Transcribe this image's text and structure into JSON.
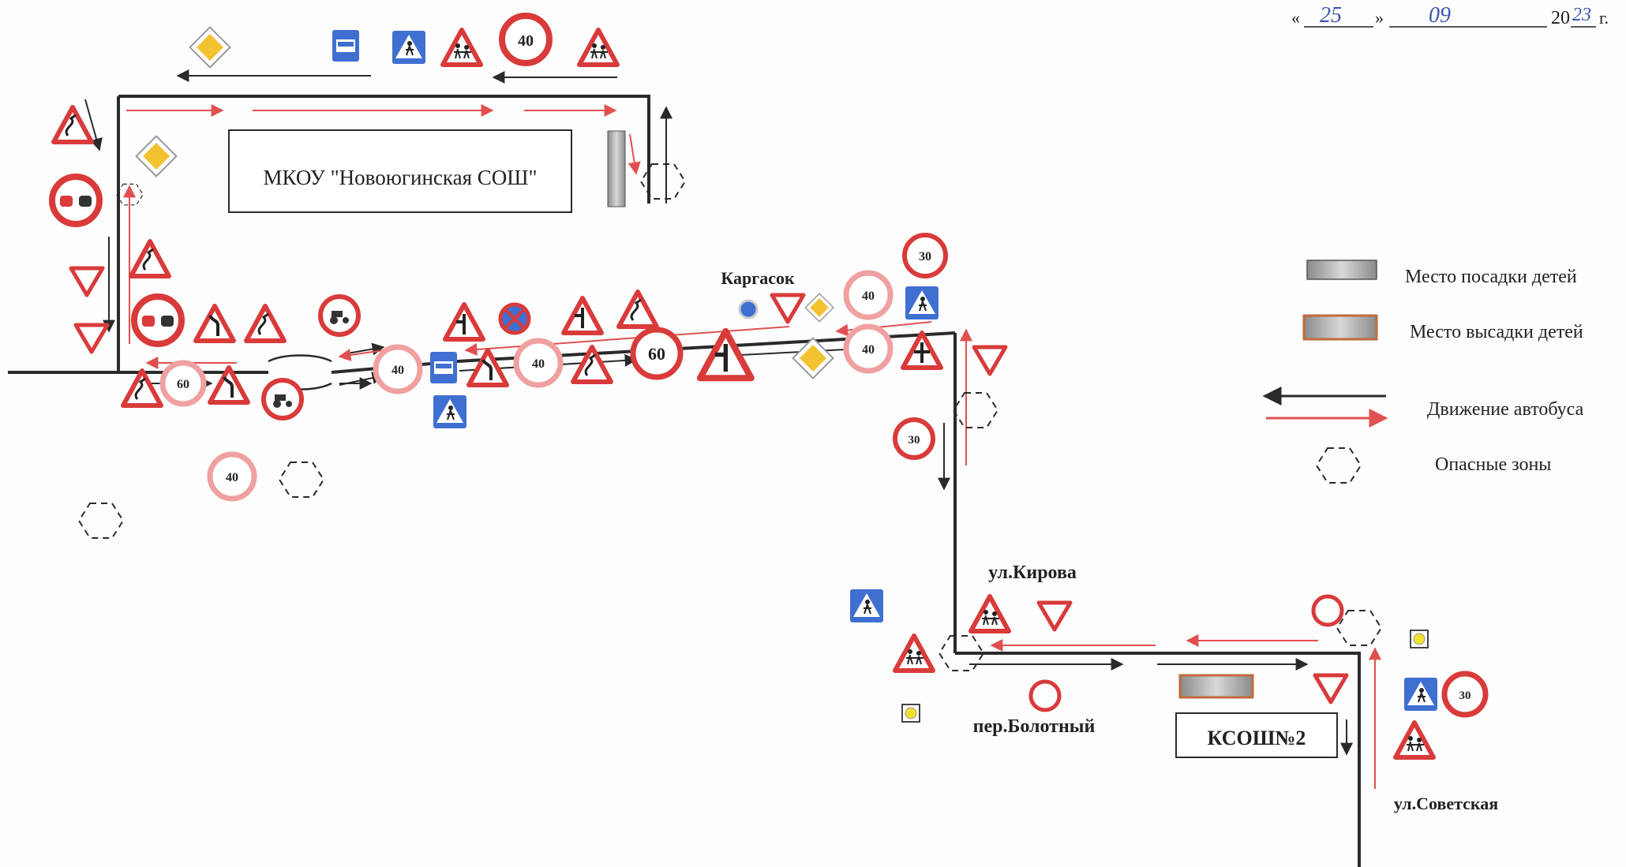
{
  "header": {
    "quote_open": "«",
    "day": "25",
    "quote_close": "»",
    "month": "09",
    "year_prefix": "20",
    "year_suffix": "23",
    "year_unit": "г."
  },
  "labels": {
    "school": "МКОУ \"Новоюгинская СОШ\"",
    "kargasok": "Каргасок",
    "kirova": "ул.Кирова",
    "bolotny": "пер.Болотный",
    "ksosh": "КСОШ№2",
    "sovetskaya": "ул.Советская"
  },
  "legend": {
    "items": [
      {
        "label": "Место посадки детей"
      },
      {
        "label": "Место высадки детей"
      },
      {
        "label": "Движение автобуса"
      },
      {
        "label": "Опасные зоны"
      }
    ]
  },
  "signs": {
    "speed_30": "30",
    "speed_40": "40",
    "speed_60": "60"
  },
  "colors": {
    "road": "#2a2a2a",
    "route_red": "#e05050",
    "sign_red": "#d93a3a",
    "sign_blue": "#3f6fd1",
    "sign_yellow": "#f2c230"
  }
}
